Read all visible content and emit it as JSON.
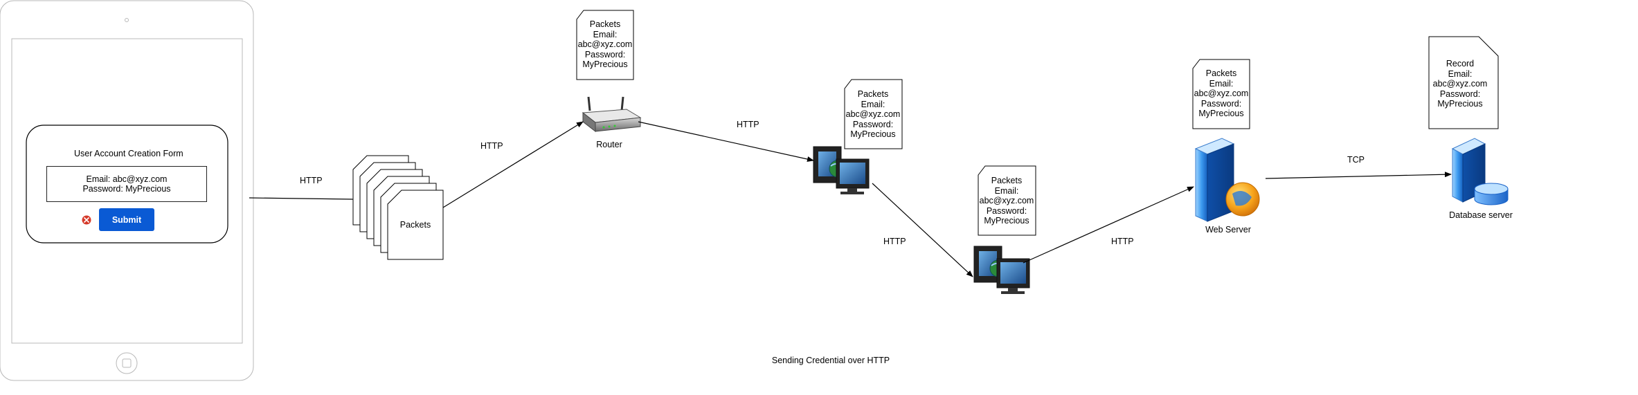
{
  "tablet": {
    "form_title": "User Account Creation Form",
    "field_line1": "Email: abc@xyz.com",
    "field_line2": "Password: MyPrecious",
    "submit_label": "Submit"
  },
  "packets_stack_label": "Packets",
  "router_label": "Router",
  "web_server_label": "Web Server",
  "database_label": "Database server",
  "caption": "Sending Credential over HTTP",
  "edges": {
    "tablet_to_packets": "HTTP",
    "packets_to_router": "HTTP",
    "router_to_pc1": "HTTP",
    "pc1_to_pc2": "HTTP",
    "pc2_to_server": "HTTP",
    "server_to_db": "TCP"
  },
  "doc_router": [
    "Packets",
    "Email:",
    "abc@xyz.com",
    "Password:",
    "MyPrecious"
  ],
  "doc_pc1": [
    "Packets",
    "Email:",
    "abc@xyz.com",
    "Password:",
    "MyPrecious"
  ],
  "doc_pc2": [
    "Packets",
    "Email:",
    "abc@xyz.com",
    "Password:",
    "MyPrecious"
  ],
  "doc_server": [
    "Packets",
    "Email:",
    "abc@xyz.com",
    "Password:",
    "MyPrecious"
  ],
  "doc_db": [
    "Record",
    "Email:",
    "abc@xyz.com",
    "Password:",
    "MyPrecious"
  ]
}
